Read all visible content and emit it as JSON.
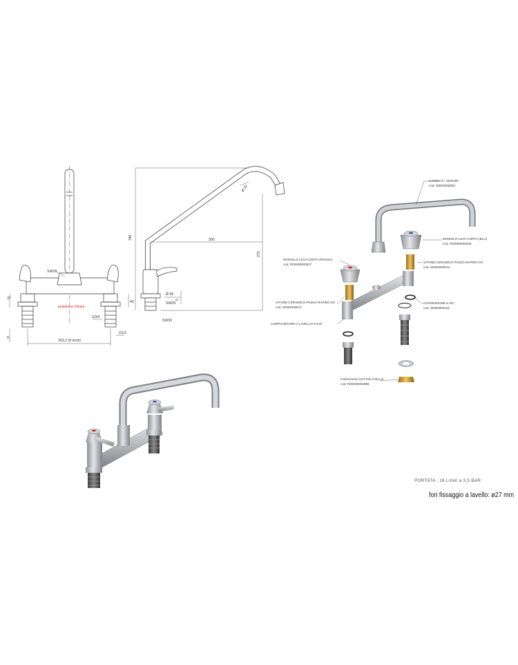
{
  "front_view": {
    "sw_spout": "SW29",
    "closed_label": "posizione chiusa",
    "dim_37": "37",
    "dim_9": "9",
    "dim_40": "40",
    "dim_thread": "G3/4",
    "dim_width": "203,2  (8 inchi)",
    "dim_half": "G1/2"
  },
  "side_view": {
    "dim_340": "340",
    "dim_300": "300",
    "dim_270": "270",
    "dim_dia_pipe": "Ø 20",
    "dim_dia_45": "Ø 45",
    "sw29": "SW29",
    "sw30": "SW30",
    "dim_5": "5"
  },
  "exploded": {
    "canna_name": "CANNA \"C\" ø20x300",
    "canna_code": "cod. 00602000002",
    "maniglia_blu_name": "MANIGLIA LEVA CORTA (BLU)",
    "maniglia_blu_code": "cod. R00000000026",
    "maniglia_rossa_name": "MANIGLIA LEVA CORTA (ROSSA)",
    "maniglia_rossa_code": "cod. R00000000027",
    "vitone_dx_name": "VITONE CERAMICO PASSO RAPIDO DX",
    "vitone_dx_code": "cod. 00304000013",
    "vitone_sx_name": "VITONE CERAMICO PASSO RAPIDO SX",
    "vitone_sx_code": "cod. 00304000017",
    "guarnizione_name": "GUARNIZIONE ø 3/4\"",
    "guarnizione_code": "cod. 00303000118",
    "corpo_name": "CORPO BIFORO A LAVELLO 8 inch",
    "fissaggio_name": "FISSAGGIO SOTTOLAVELLO",
    "fissaggio_code": "cod. R00000000088"
  },
  "footer": {
    "flow": "PORTATA : 18 L/min a 3,5 BAR",
    "holes": "fori fissaggio a lavello: ø27 mm"
  },
  "colors": {
    "steel": "#b9bcc0",
    "red_text": "#e0201e",
    "brass": "#d3a23a",
    "blue_cap": "#2b55c8",
    "red_cap": "#d8262b"
  }
}
